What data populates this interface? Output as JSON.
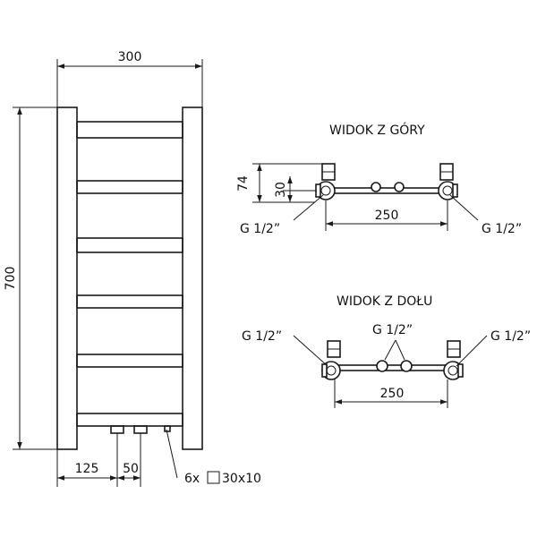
{
  "front": {
    "width": "300",
    "height": "700",
    "offset_left": "125",
    "connection_spacing": "50",
    "rail_spec_prefix": "6x",
    "rail_spec_size": "30x10"
  },
  "top_view": {
    "title": "WIDOK Z GÓRY",
    "depth": "74",
    "offset": "30",
    "spacing": "250",
    "thread_left": "G 1/2”",
    "thread_right": "G 1/2”"
  },
  "bottom_view": {
    "title": "WIDOK Z DOŁU",
    "spacing": "250",
    "thread_left": "G 1/2”",
    "thread_center": "G 1/2”",
    "thread_right": "G 1/2”"
  }
}
